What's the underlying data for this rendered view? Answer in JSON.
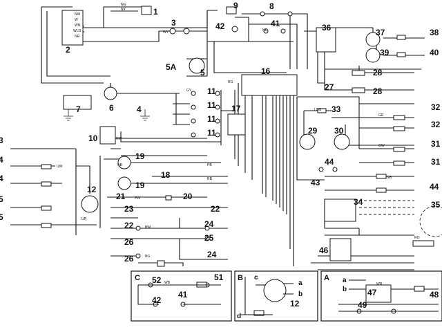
{
  "components": {
    "c1": "1",
    "c2": "2",
    "c3": "3",
    "c4": "4",
    "c5": "5",
    "c5a": "5A",
    "c6": "6",
    "c7": "7",
    "c8": "8",
    "c9": "9",
    "c10": "10",
    "c11": "11",
    "c12": "12",
    "c16": "16",
    "c17": "17",
    "c18": "18",
    "c19": "19",
    "c20": "20",
    "c21": "21",
    "c22": "22",
    "c23": "23",
    "c24": "24",
    "c25": "25",
    "c26": "26",
    "c27": "27",
    "c28": "28",
    "c29": "29",
    "c30": "30",
    "c31": "31",
    "c32": "32",
    "c33": "33",
    "c34": "34",
    "c35": "35",
    "c36": "36",
    "c37": "37",
    "c38": "38",
    "c39": "39",
    "c40": "40",
    "c41": "41",
    "c42": "42",
    "c43": "43",
    "c44": "44",
    "c46": "46",
    "c47": "47",
    "c48": "48",
    "c49": "49",
    "c51": "51",
    "c52": "52"
  },
  "left_edge_numbers": [
    "3",
    "4",
    "4",
    "5",
    "5"
  ],
  "sections": {
    "c": "C",
    "b": "B",
    "a": "A"
  },
  "terminals": {
    "a": "a",
    "b": "b",
    "c": "c",
    "d": "d"
  },
  "wire_codes": [
    "NG",
    "NY",
    "NW",
    "W",
    "WN",
    "WLG",
    "NR",
    "WY",
    "NU",
    "GY",
    "RW",
    "UW",
    "UR",
    "GR",
    "RG",
    "LGG",
    "GW",
    "PW",
    "BW",
    "BG",
    "PB",
    "RB",
    "WB",
    "GB",
    "NB",
    "WR",
    "RO"
  ]
}
